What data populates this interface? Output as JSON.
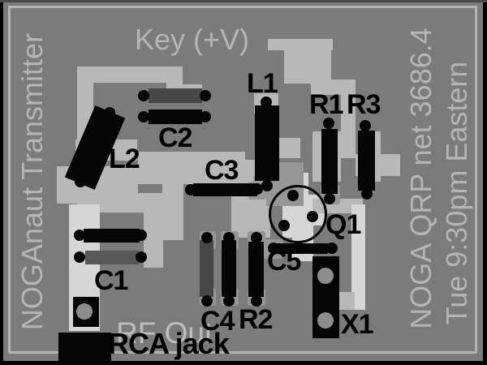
{
  "board": {
    "left_title": "NOGAnaut Transmitter",
    "top_label": "Key (+V)",
    "right_title_line1": "NOGA QRP net 3686.4",
    "right_title_line2": "Tue 9:30pm Eastern",
    "rf_out_label": "RF Out",
    "rca_jack_label": "RCA jack"
  },
  "component_labels": {
    "L1": "L1",
    "L2": "L2",
    "C1": "C1",
    "C2": "C2",
    "C3": "C3",
    "C4": "C4",
    "C5": "C5",
    "R1": "R1",
    "R2": "R2",
    "R3": "R3",
    "Q1": "Q1",
    "X1": "X1"
  },
  "colors": {
    "board_background": "#7b7b7b",
    "trace": "#b8b8b8",
    "trace_bright": "#d6d6d6",
    "pad": "#969696",
    "component_black": "#050505",
    "component_gray": "#474747",
    "component_gray_light": "#575757",
    "hole_gray": "#8d8d8d",
    "silkscreen_text": "#b5b5b5",
    "label_text": "#000000",
    "frame_line": "#b3b3b3",
    "outer_edge": "#000000"
  }
}
